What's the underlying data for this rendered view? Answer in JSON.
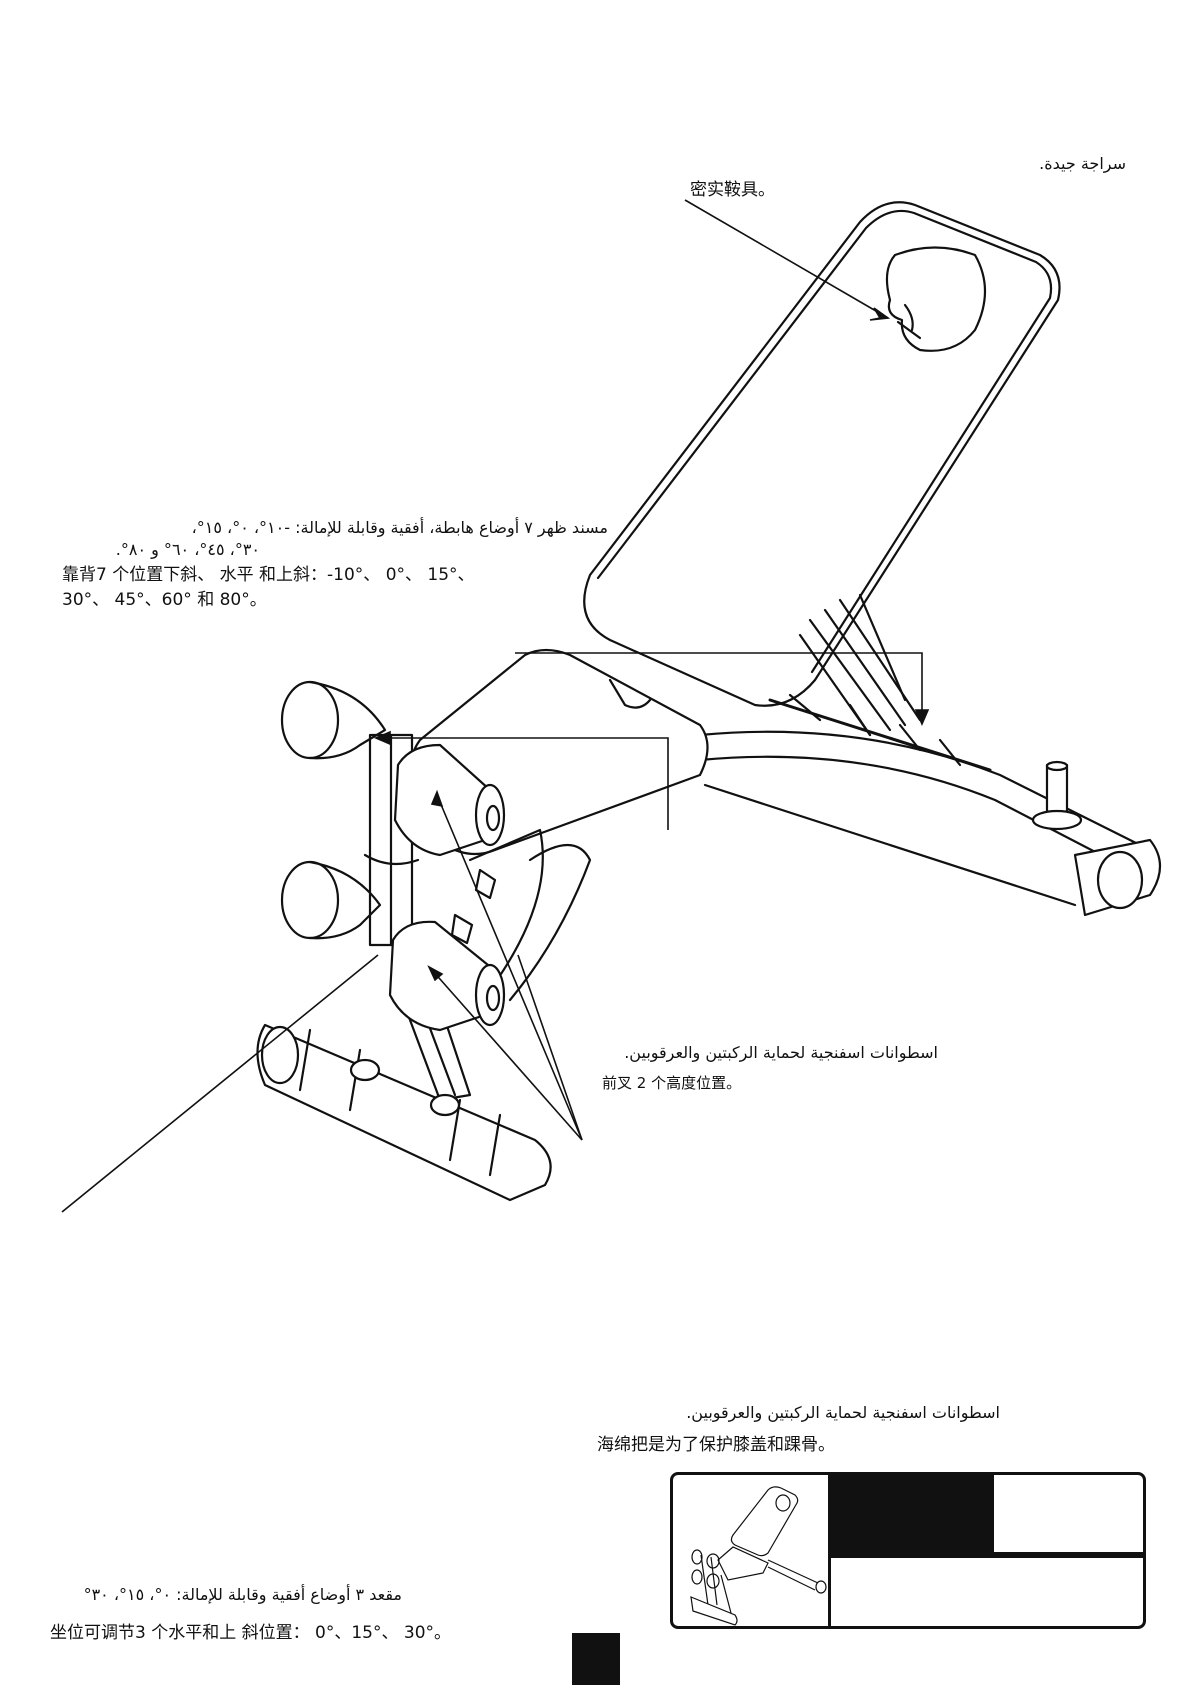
{
  "callouts": {
    "saddle": {
      "ar": "سراجة جيدة.",
      "zh": "密实鞍具。"
    },
    "backrest": {
      "ar_line1": "مسند ظهر ٧ أوضاع هابطة، أفقية وقابلة للإمالة: -١٠°، ٠°، ١٥°،",
      "ar_line2": "٣٠°، ٤٥°، ٦٠° و ٨٠°.",
      "zh_line1": "靠背7  个位置下斜、  水平   和上斜：-10°、 0°、 15°、",
      "zh_line2": "30°、 45°、60° 和 80°。"
    },
    "front_leg": {
      "ar": "اسطوانات اسفنجية لحماية الركبتين والعرقوبين.",
      "zh": "前叉  2  个高度位置。"
    },
    "foam_rollers": {
      "ar": "اسطوانات اسفنجية لحماية الركبتين والعرقوبين.",
      "zh": "海绵把是为了保护膝盖和踝骨。"
    },
    "seat": {
      "ar": "مقعد ٣ أوضاع أفقية وقابلة للإمالة: ٠°، ١٥°، ٣٠°",
      "zh": "坐位可调节3  个水平和上  斜位置：  0°、15°、  30°。"
    }
  },
  "colors": {
    "ink": "#111111",
    "paper": "#ffffff"
  }
}
